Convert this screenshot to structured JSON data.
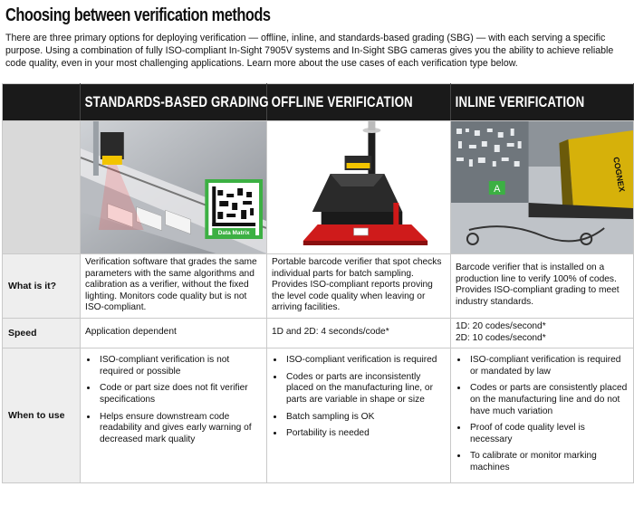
{
  "title": "Choosing between verification methods",
  "intro": "There are three primary options for deploying verification — offline, inline, and standards-based grading (SBG) — with each serving a specific purpose. Using a combination of fully ISO-compliant In-Sight 7905V systems and In-Sight SBG cameras gives you the ability to achieve reliable code quality, even in your most challenging applications. Learn more about the use cases of each verification type below.",
  "columns": [
    "STANDARDS-BASED GRADING",
    "OFFLINE VERIFICATION",
    "INLINE VERIFICATION"
  ],
  "images": {
    "sbg_label": "Data Matrix",
    "inline_badge": "A",
    "inline_brand": "COGNEX"
  },
  "rows": {
    "what": {
      "label": "What is it?",
      "cells": [
        "Verification software that grades the same parameters with the same algorithms and calibration as a verifier, without the fixed lighting. Monitors code quality but is not ISO-compliant.",
        "Portable barcode verifier that spot checks individual parts for batch sampling. Provides ISO-compliant reports proving the level code quality when leaving or arriving facilities.",
        "Barcode verifier that is installed on a production line to verify 100% of codes. Provides ISO-compliant grading to meet industry standards."
      ]
    },
    "speed": {
      "label": "Speed",
      "cells": [
        "Application dependent",
        "1D and 2D: 4 seconds/code*",
        "1D: 20 codes/second*"
      ],
      "extra": "2D: 10 codes/second*"
    },
    "when": {
      "label": "When to use",
      "cells": [
        [
          "ISO-compliant verification is not required or possible",
          "Code or part size does not fit verifier specifications",
          "Helps ensure downstream code readability and gives early warning of decreased mark quality"
        ],
        [
          "ISO-compliant verification is required",
          "Codes or parts are inconsistently placed on the manufacturing line, or parts are variable in shape or size",
          "Batch sampling is OK",
          "Portability is needed"
        ],
        [
          "ISO-compliant verification is required or mandated by law",
          "Codes or parts are consistently placed on the manufacturing line and do not have much variation",
          "Proof of code quality level is necessary",
          "To calibrate or monitor marking machines"
        ]
      ]
    }
  }
}
